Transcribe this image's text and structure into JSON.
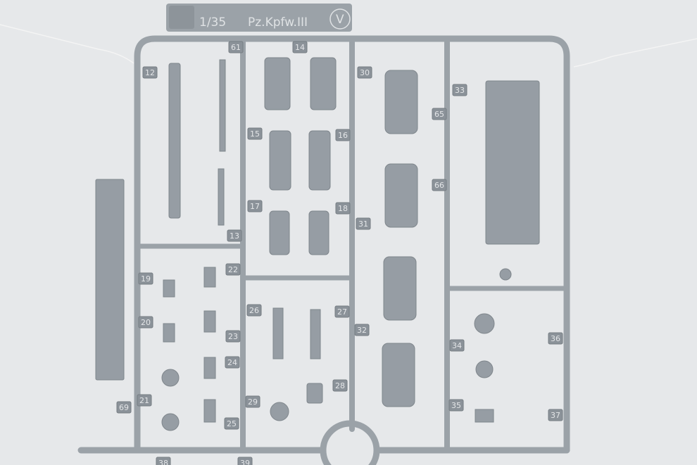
{
  "sprue": {
    "scale": "1/35",
    "model": "Pz.Kpfw.III",
    "sprue_letter": "V",
    "part_numbers": [
      "12",
      "61",
      "14",
      "30",
      "33",
      "65",
      "15",
      "16",
      "66",
      "17",
      "18",
      "31",
      "13",
      "22",
      "19",
      "26",
      "27",
      "20",
      "23",
      "32",
      "34",
      "36",
      "24",
      "28",
      "21",
      "29",
      "35",
      "69",
      "25",
      "37",
      "38",
      "39"
    ]
  },
  "colors": {
    "background": "#e6e8ea",
    "plastic": "#9ba2a8"
  }
}
